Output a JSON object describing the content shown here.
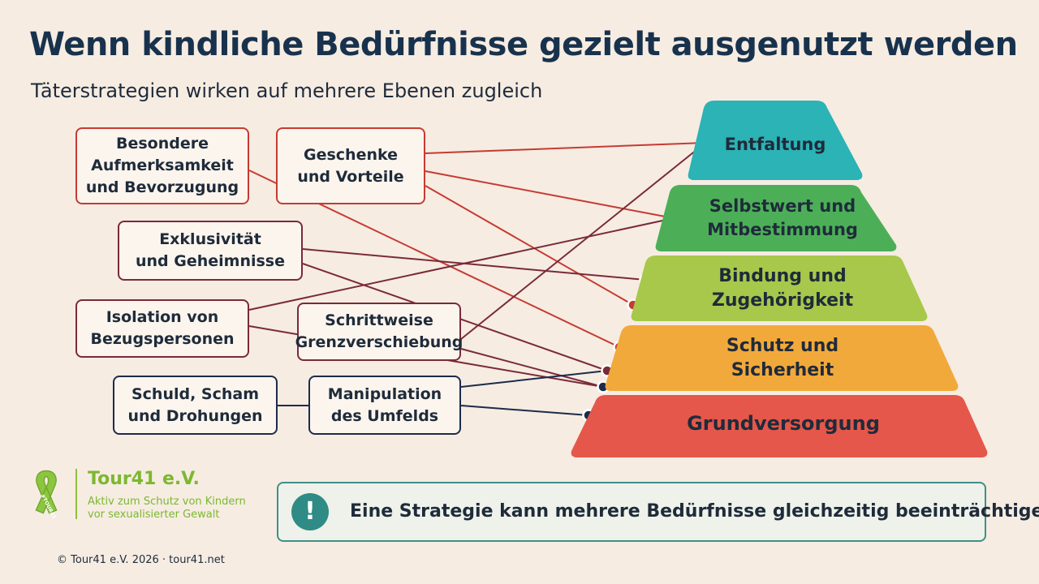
{
  "title": "Wenn kindliche Bedürfnisse gezielt ausgenutzt werden",
  "subtitle": "Täterstrategien wirken auf mehrere Ebenen zugleich",
  "colors": {
    "background": "#f6ece2",
    "strategy_red": "#c63b32",
    "strategy_wine": "#7a2a3a",
    "strategy_navy": "#1d2b4a",
    "accent_teal": "#2f8b85",
    "brand_green": "#7cb82f"
  },
  "strategies": [
    {
      "id": "aufmerksamkeit",
      "label": "Besondere\nAufmerksamkeit\nund Bevorzugung",
      "color": "#c63b32"
    },
    {
      "id": "geschenke",
      "label": "Geschenke\nund Vorteile",
      "color": "#c63b32"
    },
    {
      "id": "exklusivitaet",
      "label": "Exklusivität\nund Geheimnisse",
      "color": "#7a2a3a"
    },
    {
      "id": "isolation",
      "label": "Isolation von\nBezugspersonen",
      "color": "#7a2a3a"
    },
    {
      "id": "grenzverschiebung",
      "label": "Schrittweise\nGrenzverschiebung",
      "color": "#7a2a3a"
    },
    {
      "id": "schuld",
      "label": "Schuld, Scham\nund Drohungen",
      "color": "#1d2b4a"
    },
    {
      "id": "manipulation",
      "label": "Manipulation\ndes Umfelds",
      "color": "#1d2b4a"
    }
  ],
  "pyramid_levels": [
    {
      "id": "entfaltung",
      "label": "Entfaltung",
      "color": "#2bb3b5"
    },
    {
      "id": "selbstwert",
      "label": "Selbstwert und\nMitbestimmung",
      "color": "#4caf58"
    },
    {
      "id": "bindung",
      "label": "Bindung und\nZugehörigkeit",
      "color": "#a7c84b"
    },
    {
      "id": "schutz",
      "label": "Schutz und\nSicherheit",
      "color": "#f2a93b"
    },
    {
      "id": "grundversorgung",
      "label": "Grundversorgung",
      "color": "#e5574a"
    }
  ],
  "connections": [
    {
      "from": "aufmerksamkeit",
      "to": "schutz"
    },
    {
      "from": "geschenke",
      "to": "entfaltung"
    },
    {
      "from": "geschenke",
      "to": "selbstwert"
    },
    {
      "from": "geschenke",
      "to": "bindung"
    },
    {
      "from": "exklusivitaet",
      "to": "bindung"
    },
    {
      "from": "exklusivitaet",
      "to": "schutz"
    },
    {
      "from": "isolation",
      "to": "selbstwert"
    },
    {
      "from": "isolation",
      "to": "schutz"
    },
    {
      "from": "grenzverschiebung",
      "to": "entfaltung"
    },
    {
      "from": "grenzverschiebung",
      "to": "grundversorgung"
    },
    {
      "from": "schuld",
      "to": "manipulation"
    },
    {
      "from": "manipulation",
      "to": "schutz"
    },
    {
      "from": "manipulation",
      "to": "grundversorgung"
    }
  ],
  "logo": {
    "name": "Tour41 e.V.",
    "tagline": "Aktiv zum Schutz von Kindern\nvor sexualisierter Gewalt",
    "ribbon_text": "#TOUR41"
  },
  "callout": {
    "icon": "exclamation-icon",
    "text": "Eine Strategie kann mehrere Bedürfnisse gleichzeitig beeinträchtigen."
  },
  "footer": "© Tour41 e.V. 2026 · tour41.net"
}
